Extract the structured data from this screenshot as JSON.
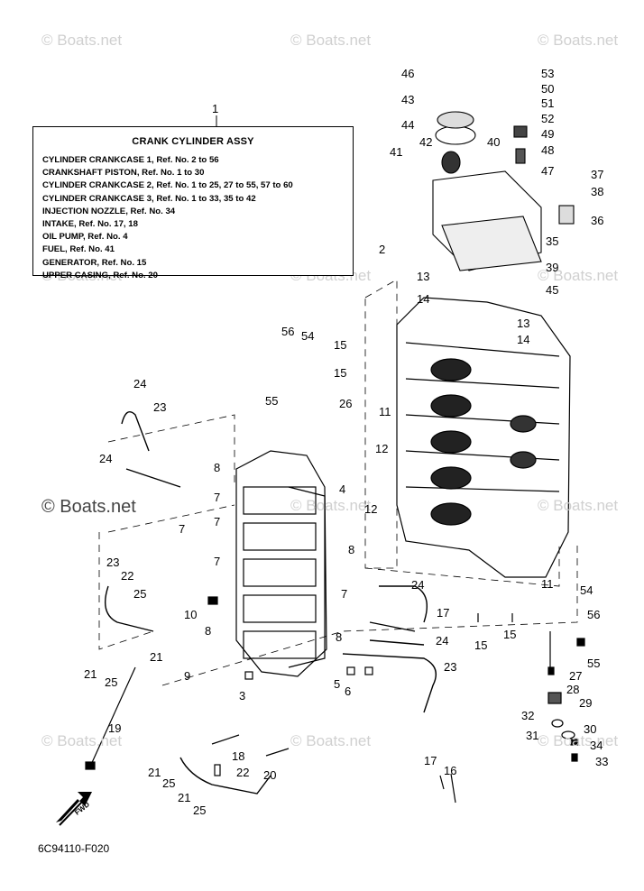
{
  "watermark_text": "© Boats.net",
  "callout_box": {
    "ref": "1",
    "title": "CRANK CYLINDER ASSY",
    "lines": [
      "CYLINDER CRANKCASE 1, Ref. No. 2 to 56",
      "CRANKSHAFT PISTON, Ref. No. 1 to 30",
      "CYLINDER CRANKCASE 2, Ref. No. 1 to 25, 27 to 55, 57 to 60",
      "CYLINDER CRANKCASE 3, Ref. No. 1 to 33, 35 to 42",
      "INJECTION NOZZLE, Ref. No. 34",
      "INTAKE, Ref. No. 17, 18",
      "OIL PUMP, Ref. No. 4",
      "FUEL, Ref. No. 41",
      "GENERATOR, Ref. No. 15",
      "UPPER CASING, Ref. No. 20"
    ]
  },
  "fwd_label": "FWD",
  "drawing_code": "6C94110-F020",
  "callouts": [
    "46",
    "53",
    "50",
    "43",
    "51",
    "52",
    "44",
    "49",
    "42",
    "40",
    "41",
    "48",
    "47",
    "37",
    "38",
    "36",
    "35",
    "2",
    "13",
    "39",
    "14",
    "45",
    "56",
    "54",
    "15",
    "15",
    "13",
    "14",
    "24",
    "23",
    "26",
    "11",
    "12",
    "24",
    "8",
    "7",
    "4",
    "7",
    "7",
    "12",
    "8",
    "7",
    "23",
    "22",
    "24",
    "25",
    "10",
    "8",
    "7",
    "24",
    "17",
    "54",
    "21",
    "15",
    "15",
    "56",
    "11",
    "8",
    "9",
    "21",
    "25",
    "3",
    "5",
    "6",
    "55",
    "27",
    "23",
    "28",
    "19",
    "29",
    "32",
    "30",
    "31",
    "34",
    "18",
    "22",
    "17",
    "16",
    "21",
    "33",
    "20",
    "25",
    "21",
    "25",
    "1",
    "55"
  ]
}
